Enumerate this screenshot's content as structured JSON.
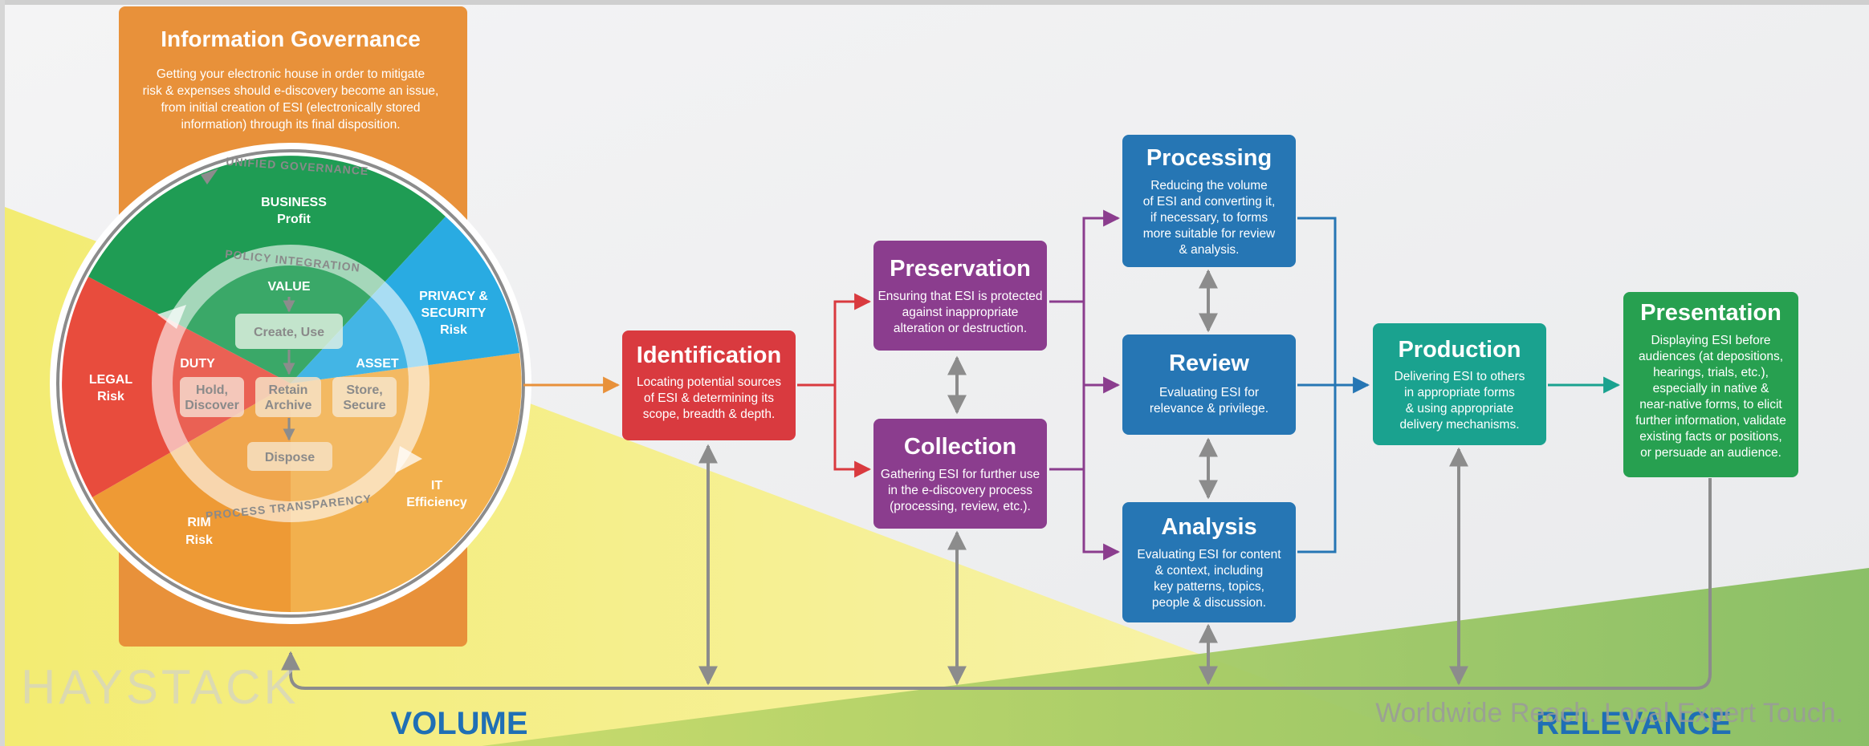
{
  "governance": {
    "title": "Information  Governance",
    "desc_lines": [
      "Getting your electronic house in order to mitigate",
      "risk & expenses should e-discovery become an issue,",
      "from initial creation of ESI (electronically stored",
      "information) through its final disposition."
    ],
    "outer_ring_label": "UNIFIED GOVERNANCE",
    "policy_label": "POLICY INTEGRATION",
    "process_label": "PROCESS TRANSPARENCY",
    "segments": {
      "business": [
        "BUSINESS",
        "Profit"
      ],
      "privacy": [
        "PRIVACY &",
        "SECURITY",
        "Risk"
      ],
      "legal": [
        "LEGAL",
        "Risk"
      ],
      "it": [
        "IT",
        "Efficiency"
      ],
      "rim": [
        "RIM",
        "Risk"
      ]
    },
    "inner_labels": {
      "value": "VALUE",
      "duty": "DUTY",
      "asset": "ASSET"
    },
    "inner_nodes": {
      "create": [
        "Create, Use"
      ],
      "hold": [
        "Hold,",
        "Discover"
      ],
      "retain": [
        "Retain",
        "Archive"
      ],
      "store": [
        "Store,",
        "Secure"
      ],
      "dispose": [
        "Dispose"
      ]
    }
  },
  "stages": {
    "identification": {
      "title": "Identification",
      "desc": [
        "Locating potential sources",
        "of ESI & determining its",
        "scope, breadth & depth."
      ],
      "color": "#d93a3f"
    },
    "preservation": {
      "title": "Preservation",
      "desc": [
        "Ensuring that ESI is protected",
        "against inappropriate",
        "alteration or destruction."
      ],
      "color": "#8b3d8e"
    },
    "collection": {
      "title": "Collection",
      "desc": [
        "Gathering ESI for further use",
        "in the e-discovery process",
        "(processing, review, etc.)."
      ],
      "color": "#8b3d8e"
    },
    "processing": {
      "title": "Processing",
      "desc": [
        "Reducing the volume",
        "of ESI and converting it,",
        "if necessary, to forms",
        "more suitable for review",
        "& analysis."
      ],
      "color": "#2676b4"
    },
    "review": {
      "title": "Review",
      "desc": [
        "Evaluating ESI for",
        "relevance & privilege."
      ],
      "color": "#2676b4"
    },
    "analysis": {
      "title": "Analysis",
      "desc": [
        "Evaluating ESI for content",
        "& context, including",
        "key patterns, topics,",
        "people & discussion."
      ],
      "color": "#2676b4"
    },
    "production": {
      "title": "Production",
      "desc": [
        "Delivering ESI to others",
        "in appropriate forms",
        "& using appropriate",
        "delivery mechanisms."
      ],
      "color": "#1aa28f"
    },
    "presentation": {
      "title": "Presentation",
      "desc": [
        "Displaying ESI before",
        "audiences (at depositions,",
        "hearings, trials, etc.),",
        "especially in native &",
        "near-native forms, to elicit",
        "further information, validate",
        "existing facts or positions,",
        "or persuade an audience."
      ],
      "color": "#27a050"
    }
  },
  "labels": {
    "volume": "VOLUME",
    "relevance": "RELEVANCE",
    "watermark": "HAYSTACK",
    "tagline": "Worldwide Reach. Local Expert Touch."
  },
  "colors": {
    "governance_orange": "#e8913a",
    "business_green": "#1f9c54",
    "privacy_blue": "#29abe2",
    "legal_red": "#e84c3d",
    "it_orange": "#f2b04d",
    "rim_orange": "#ee9a35",
    "volume_blue": "#1f6fb5",
    "flow_gray": "#8c8c8c",
    "yellow_band": "#f5ee7f",
    "green_band": "#8cc063"
  }
}
